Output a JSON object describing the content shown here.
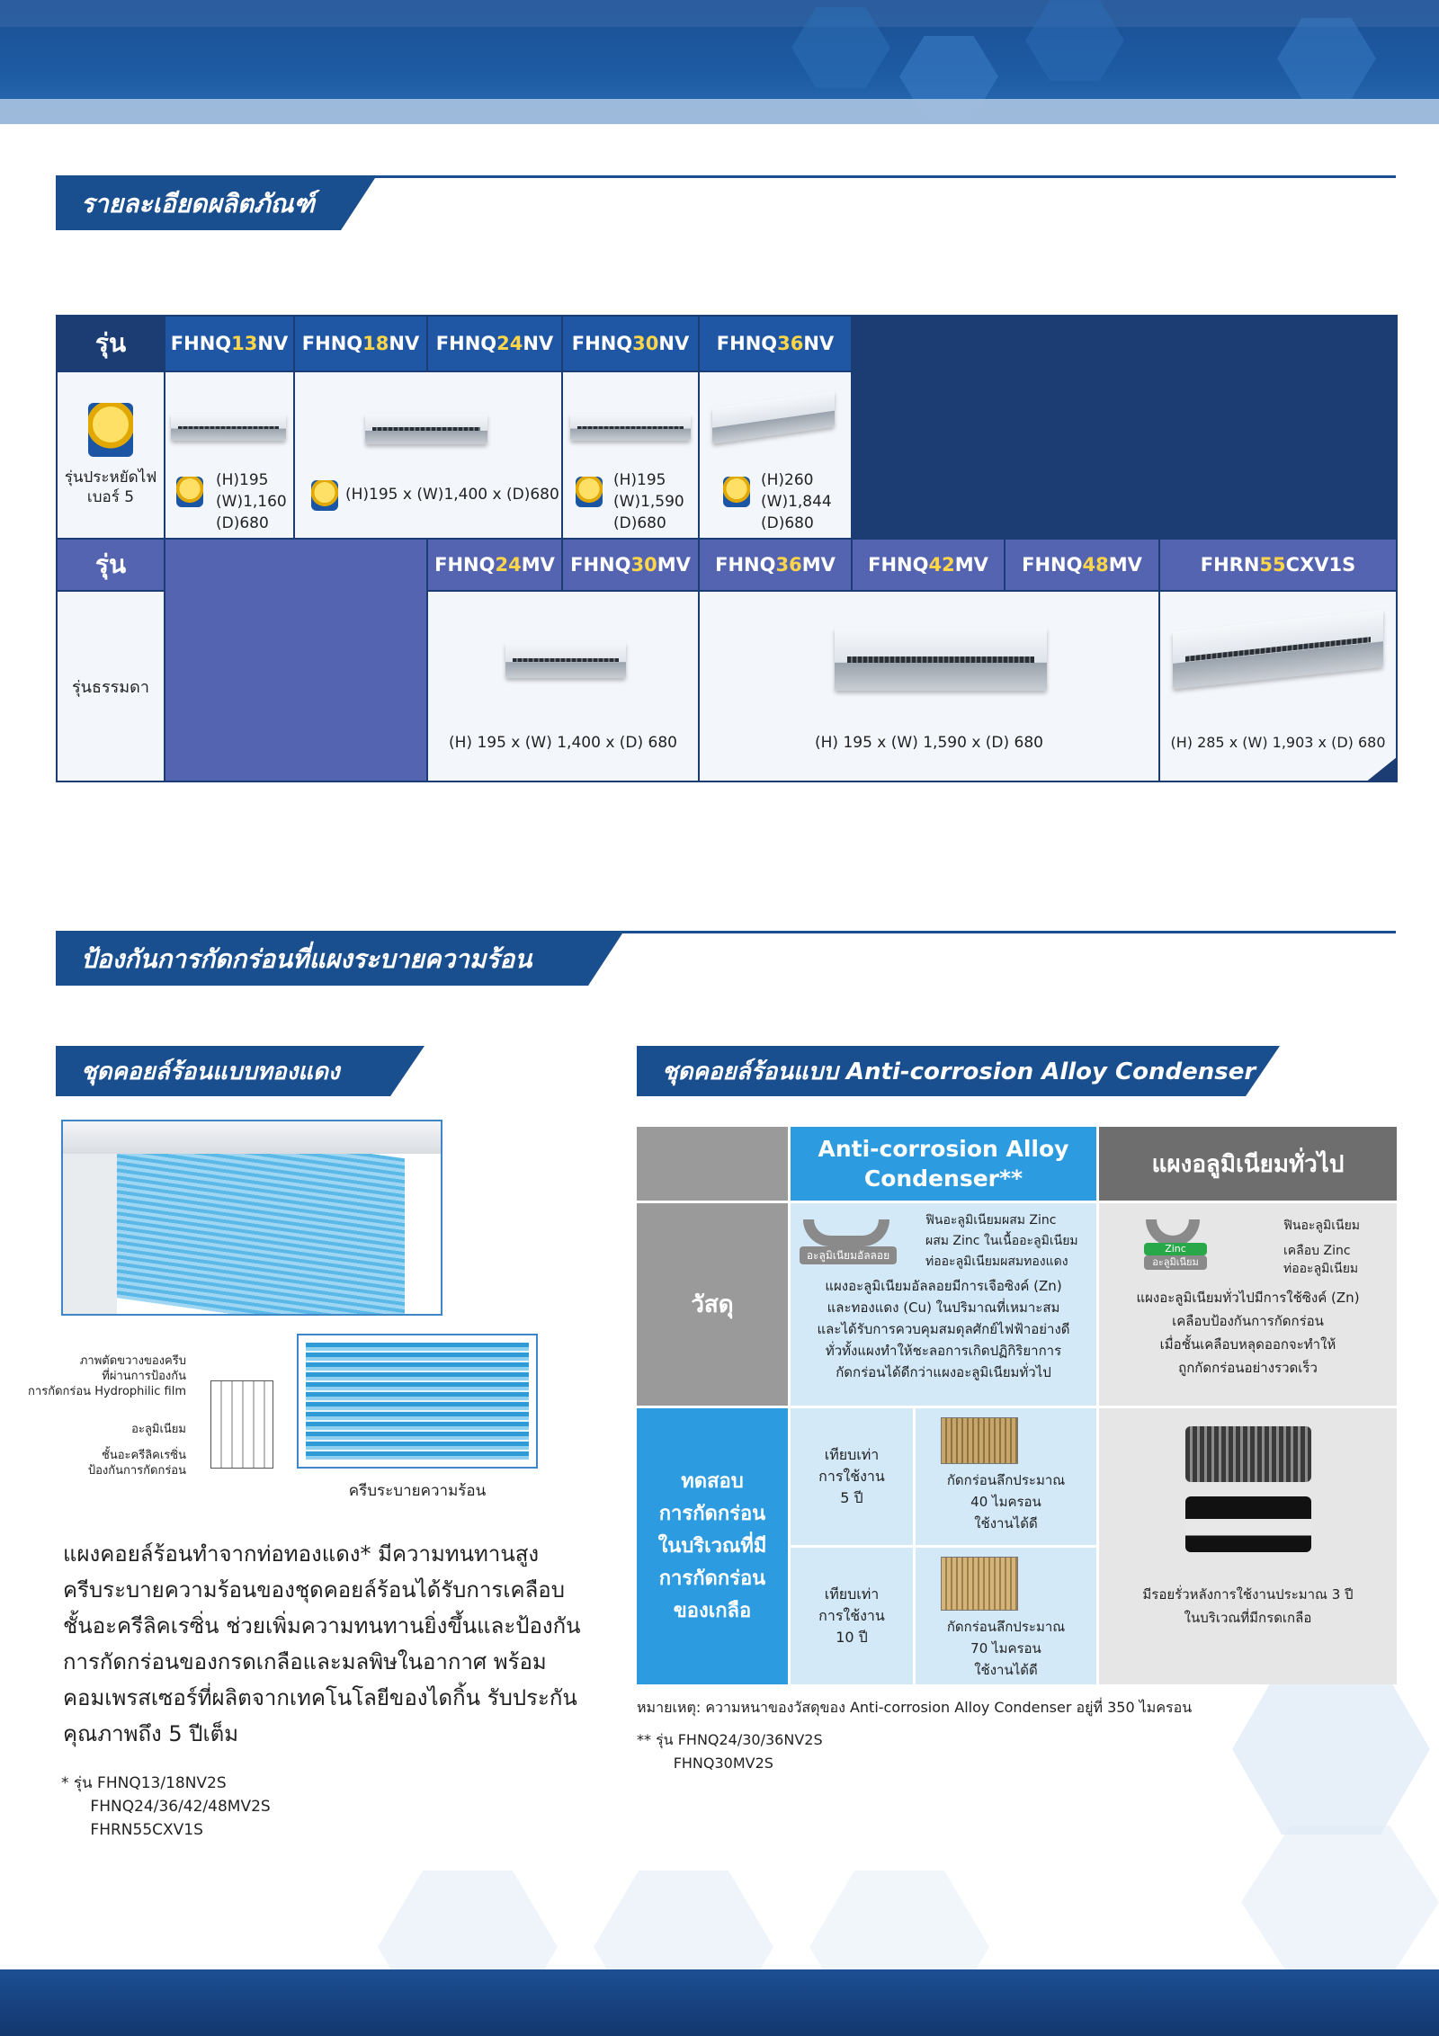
{
  "section1": {
    "title": "รายละเอียดผลิตภัณฑ์"
  },
  "inverter": {
    "row_label": "รุ่น",
    "models": [
      {
        "pre": "FHNQ",
        "num": "13",
        "suf": "NV"
      },
      {
        "pre": "FHNQ",
        "num": "18",
        "suf": "NV"
      },
      {
        "pre": "FHNQ",
        "num": "24",
        "suf": "NV"
      },
      {
        "pre": "FHNQ",
        "num": "30",
        "suf": "NV"
      },
      {
        "pre": "FHNQ",
        "num": "36",
        "suf": "NV"
      }
    ],
    "energy_label": "รุ่นประหยัดไฟ เบอร์ 5",
    "dims": [
      "(H)195\n(W)1,160\n(D)680",
      "(H)195 x (W)1,400 x (D)680",
      "(H)195\n(W)1,590\n(D)680",
      "(H)260\n(W)1,844\n(D)680"
    ]
  },
  "standard": {
    "row_label": "รุ่น",
    "models": [
      {
        "pre": "FHNQ",
        "num": "24",
        "suf": "MV"
      },
      {
        "pre": "FHNQ",
        "num": "30",
        "suf": "MV"
      },
      {
        "pre": "FHNQ",
        "num": "36",
        "suf": "MV"
      },
      {
        "pre": "FHNQ",
        "num": "42",
        "suf": "MV"
      },
      {
        "pre": "FHNQ",
        "num": "48",
        "suf": "MV"
      },
      {
        "pre": "FHRN",
        "num": "55",
        "suf": "CXV1S"
      }
    ],
    "type_label": "รุ่นธรรมดา",
    "dims": [
      "(H) 195 x (W) 1,400 x (D) 680",
      "(H) 195 x (W) 1,590 x (D) 680",
      "(H) 285 x (W) 1,903 x (D) 680"
    ]
  },
  "section2": {
    "title": "ป้องกันการกัดกร่อนที่แผงระบายความร้อน"
  },
  "copper": {
    "title": "ชุดคอยล์ร้อนแบบทองแดง",
    "callout_film": "ภาพตัดขวางของครีบ\nที่ผ่านการป้องกัน\nการกัดกร่อน Hydrophilic film",
    "callout_alu": "อะลูมิเนียม",
    "callout_acrylic": "ชั้นอะครีลิคเรซิ่น\nป้องกันการกัดกร่อน",
    "fin_caption": "ครีบระบายความร้อน",
    "body": "แผงคอยล์ร้อนทำจากท่อทองแดง* มีความทนทานสูง\nครีบระบายความร้อนของชุดคอยล์ร้อนได้รับการเคลือบ\nชั้นอะครีลิคเรซิ่น ช่วยเพิ่มความทนทานยิ่งขึ้นและป้องกัน\nการกัดกร่อนของกรดเกลือและมลพิษในอากาศ พร้อม\nคอมเพรสเซอร์ที่ผลิตจากเทคโนโลยีของไดกิ้น รับประกัน\nคุณภาพถึง 5 ปีเต็ม",
    "footnote": "* รุ่น FHNQ13/18NV2S\n      FHNQ24/36/42/48MV2S\n      FHRN55CXV1S"
  },
  "alloy": {
    "title": "ชุดคอยล์ร้อนแบบ Anti-corrosion Alloy Condenser",
    "col_alloy": "Anti-corrosion Alloy\nCondenser**",
    "col_alu": "แผงอลูมิเนียมทั่วไป",
    "row_material": "วัสดุ",
    "alloy_labels": [
      "ฟินอะลูมิเนียมผสม Zinc",
      "ผสม Zinc ในเนื้ออะลูมิเนียม",
      "ท่ออะลูมิเนียมผสมทองแดง"
    ],
    "alloy_chip": "อะลูมิเนียมอัลลอย",
    "alloy_desc": "แผงอะลูมิเนียมอัลลอยมีการเจือซิงค์ (Zn)\nและทองแดง (Cu) ในปริมาณที่เหมาะสม\nและได้รับการควบคุมสมดุลศักย์ไฟฟ้าอย่างดี\nทั่วทั้งแผงทำให้ชะลอการเกิดปฏิกิริยาการ\nกัดกร่อนได้ดีกว่าแผงอะลูมิเนียมทั่วไป",
    "alu_labels": [
      "ฟินอะลูมิเนียม",
      "เคลือบ Zinc",
      "ท่ออะลูมิเนียม"
    ],
    "alu_chip_top": "Zinc",
    "alu_chip_bottom": "อะลูมิเนียม",
    "alu_desc": "แผงอะลูมิเนียมทั่วไปมีการใช้ซิงค์ (Zn)\nเคลือบป้องกันการกัดกร่อน\nเมื่อชั้นเคลือบหลุดออกจะทำให้\nถูกกัดกร่อนอย่างรวดเร็ว",
    "row_test": "ทดสอบ\nการกัดกร่อน\nในบริเวณที่มี\nการกัดกร่อน\nของเกลือ",
    "test5_period": "เทียบเท่า\nการใช้งาน\n5 ปี",
    "test5_result": "กัดกร่อนลึกประมาณ\n40 ไมครอน\nใช้งานได้ดี",
    "test10_period": "เทียบเท่า\nการใช้งาน\n10 ปี",
    "test10_result": "กัดกร่อนลึกประมาณ\n70 ไมครอน\nใช้งานได้ดี",
    "alu_test_result": "มีรอยรั่วหลังการใช้งานประมาณ 3 ปี\nในบริเวณที่มีกรดเกลือ",
    "remark": "หมายเหตุ: ความหนาของวัสดุของ Anti-corrosion Alloy Condenser อยู่ที่ 350 ไมครอน",
    "footnote": "** รุ่น FHNQ24/30/36NV2S\n        FHNQ30MV2S"
  },
  "colors": {
    "navy": "#1b3d73",
    "periwinkle": "#5464b0",
    "yellow": "#ffd54a",
    "cyan": "#2d9be0"
  }
}
